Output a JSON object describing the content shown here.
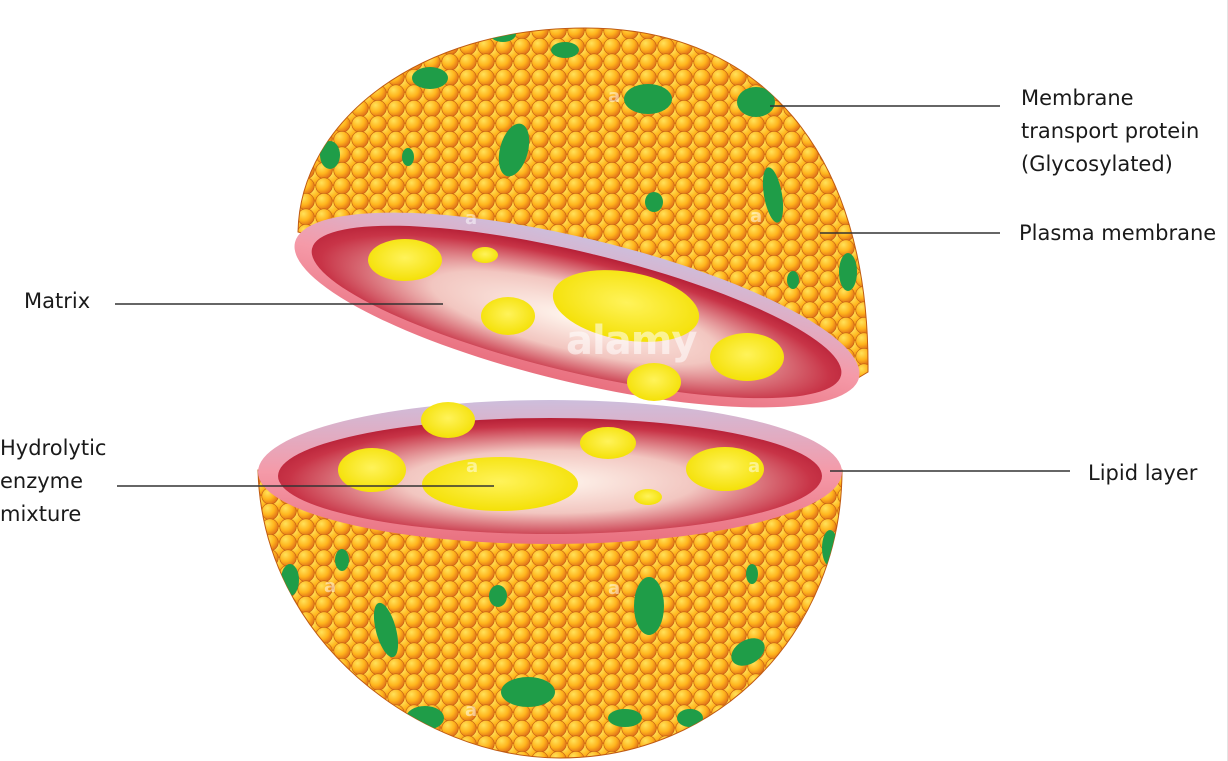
{
  "labels": {
    "membrane_protein": [
      "Membrane",
      "transport protein",
      "(Glycosylated)"
    ],
    "plasma_membrane": "Plasma membrane",
    "matrix": "Matrix",
    "hydrolytic": [
      "Hydrolytic",
      "enzyme",
      "mixture"
    ],
    "lipid_layer": "Lipid layer"
  },
  "watermark": "alamy",
  "watermark_glyph": "a",
  "colors": {
    "lipid_bead_light": "#ffc21a",
    "lipid_bead_dark": "#e2701c",
    "protein_green": "#1f9d48",
    "membrane_pink": "#f08a98",
    "membrane_lavender": "#c9b8d8",
    "matrix_red": "#b8152e",
    "enzyme_yellow": "#f7ea1a",
    "leader_line": "#333333"
  }
}
